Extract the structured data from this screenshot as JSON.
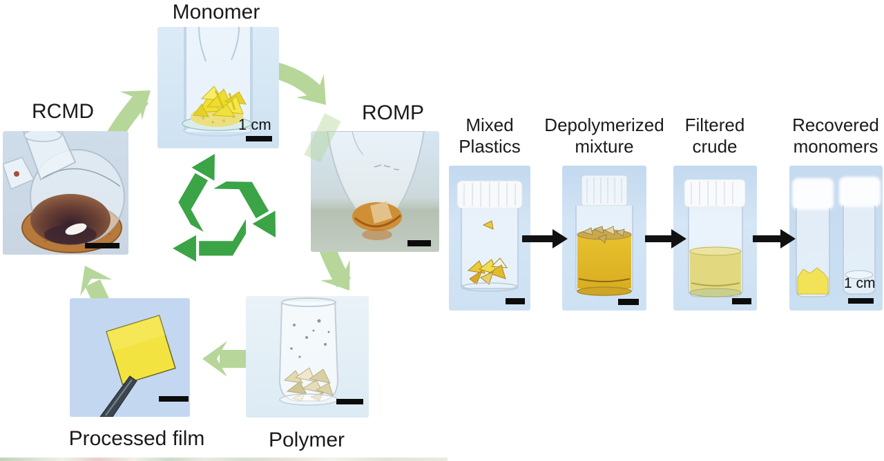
{
  "colors": {
    "accent_green": "#3aa446",
    "arrow_green": "#b6d69a",
    "photo_background_blue": "#cde1f3",
    "process_arrow_black": "#111111",
    "text": "#1a1a1a"
  },
  "cycle": {
    "center_icon": "recycling-symbol",
    "stages": [
      {
        "label": "Monomer",
        "scale_text": "1 cm"
      },
      {
        "label": "ROMP"
      },
      {
        "label": "Polymer"
      },
      {
        "label": "Processed film"
      },
      {
        "label": "RCMD"
      }
    ]
  },
  "process": {
    "steps": [
      {
        "line1": "Mixed",
        "line2": "Plastics"
      },
      {
        "line1": "Depolymerized",
        "line2": "mixture"
      },
      {
        "line1": "Filtered",
        "line2": "crude"
      },
      {
        "line1": "Recovered",
        "line2": "monomers",
        "scale_text": "1 cm"
      }
    ]
  }
}
